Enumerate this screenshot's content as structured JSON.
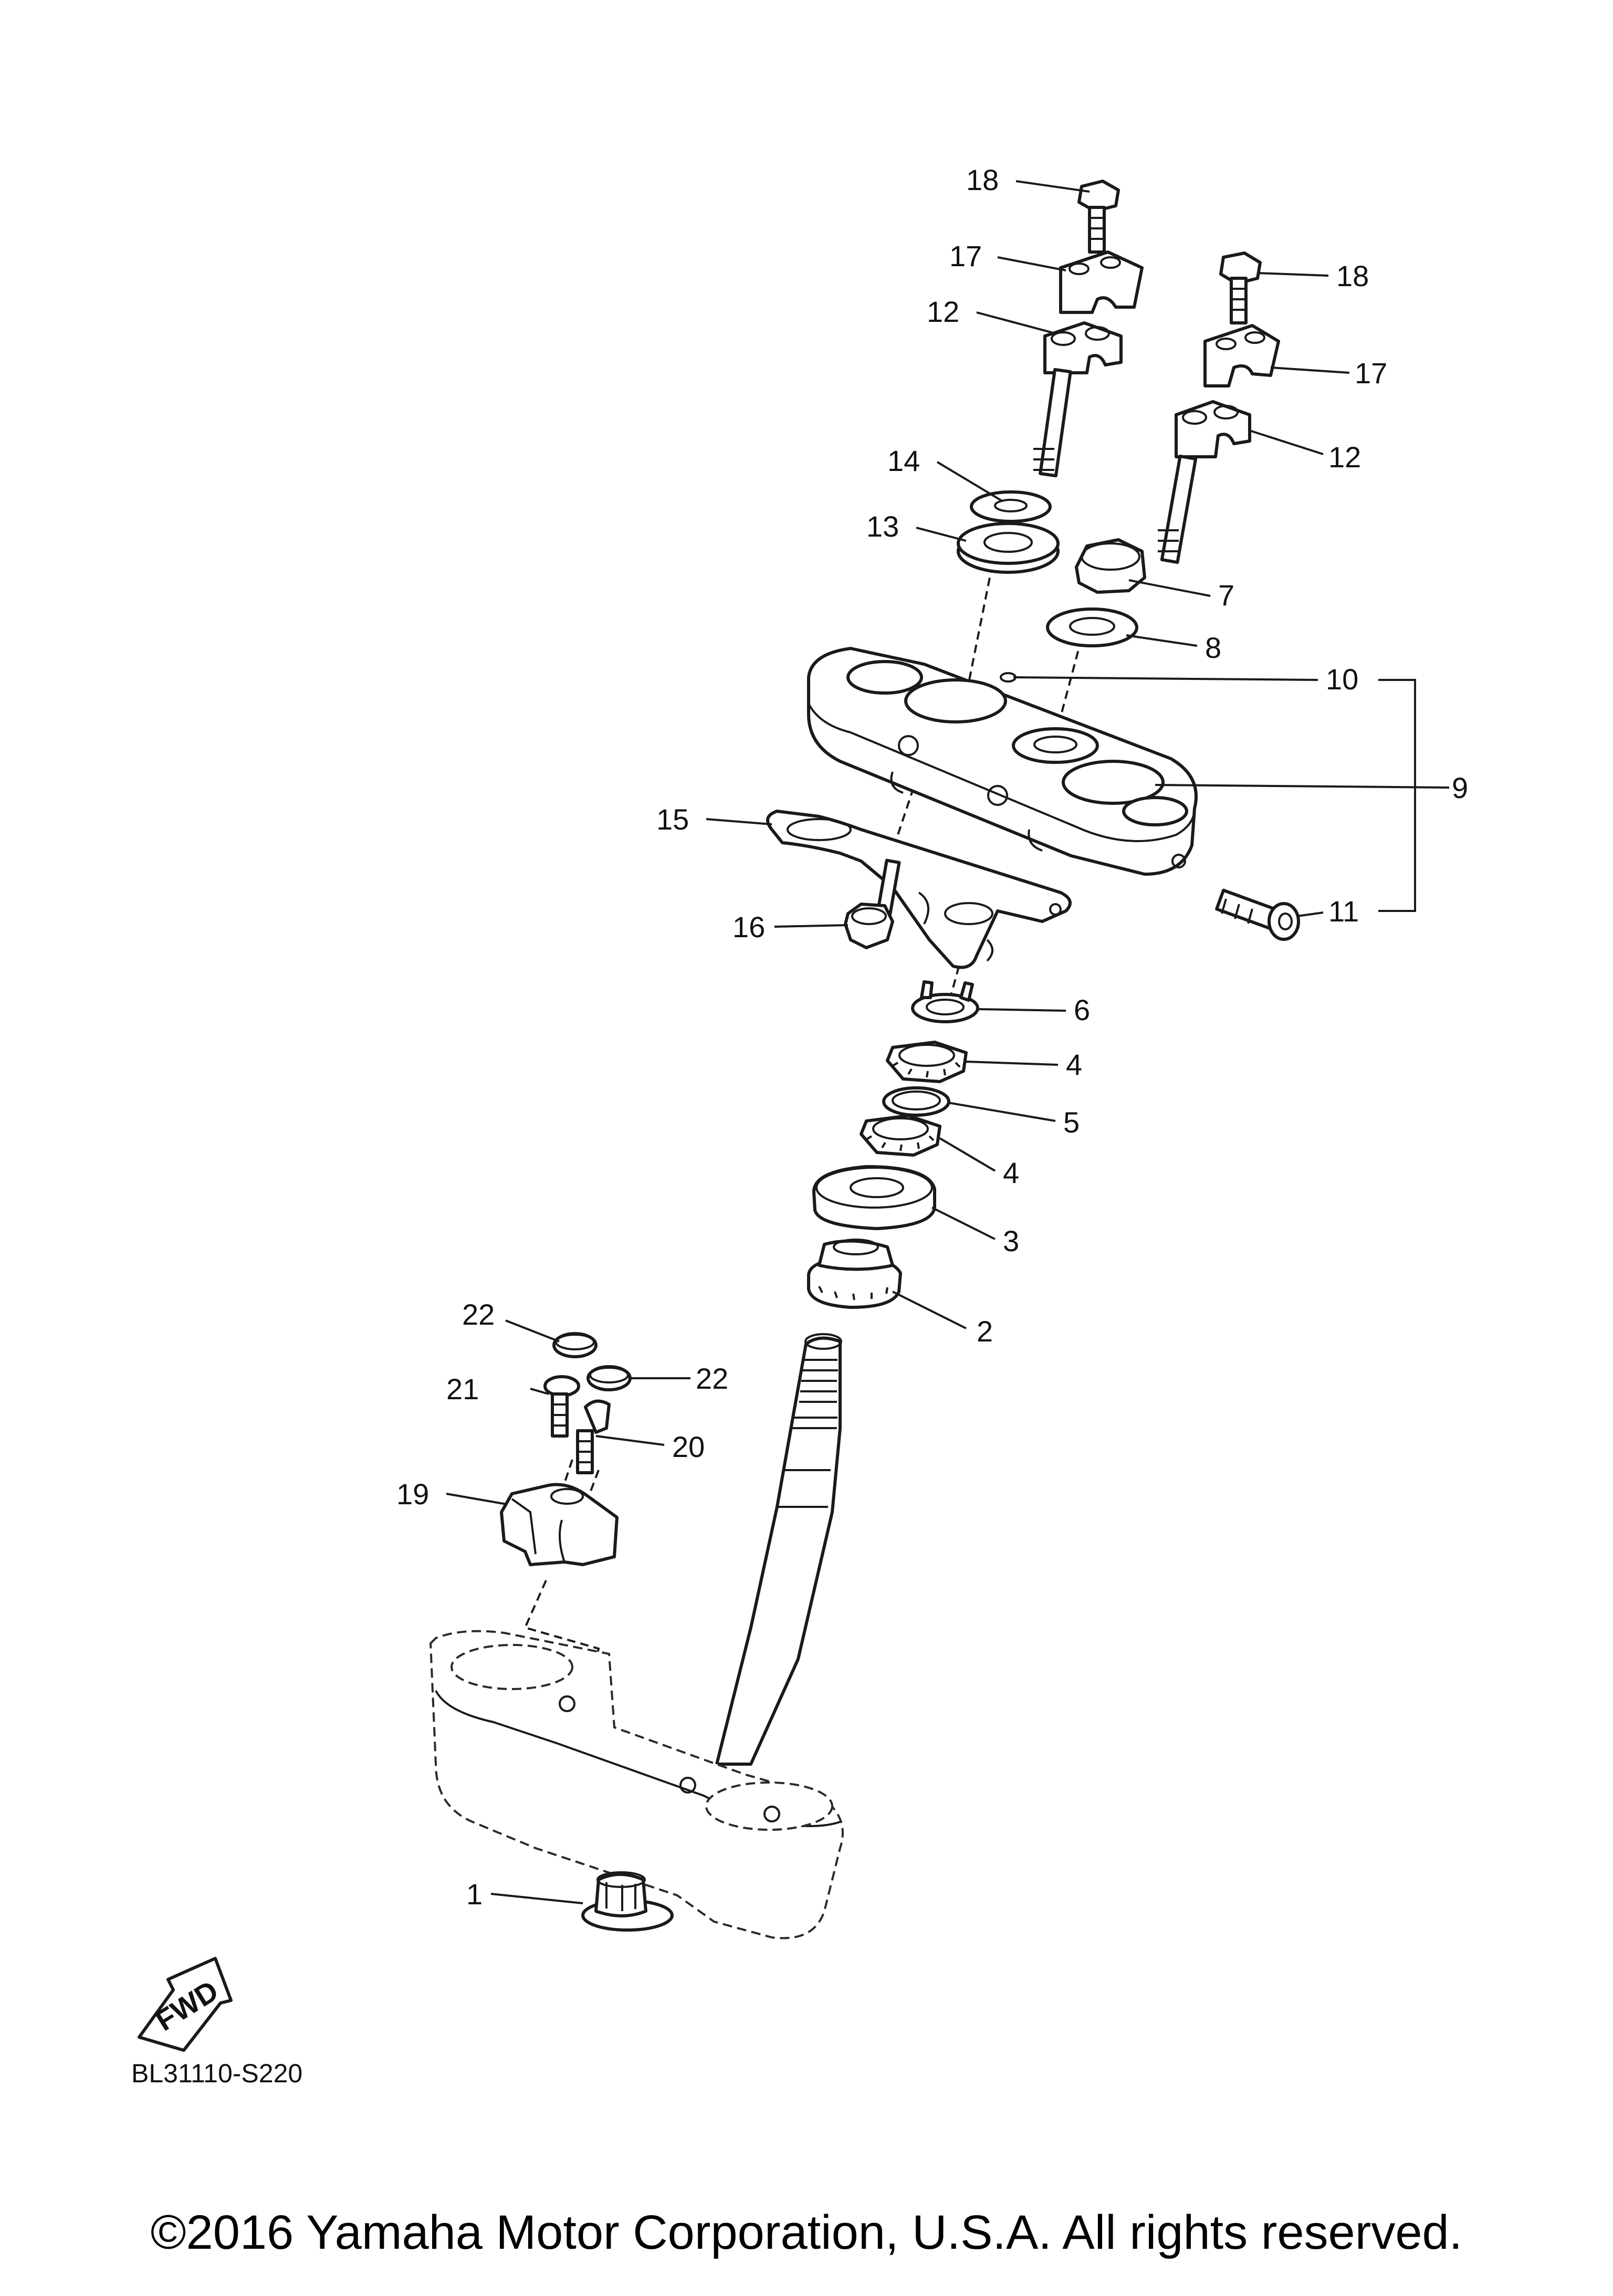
{
  "diagram": {
    "code": "BL31110-S220",
    "copyright": "©2016 Yamaha Motor Corporation, U.S.A. All rights reserved.",
    "fwd_label": "FWD",
    "callouts": [
      {
        "id": "c18a",
        "number": "18"
      },
      {
        "id": "c17a",
        "number": "17"
      },
      {
        "id": "c12a",
        "number": "12"
      },
      {
        "id": "c18b",
        "number": "18"
      },
      {
        "id": "c17b",
        "number": "17"
      },
      {
        "id": "c12b",
        "number": "12"
      },
      {
        "id": "c14",
        "number": "14"
      },
      {
        "id": "c13",
        "number": "13"
      },
      {
        "id": "c7",
        "number": "7"
      },
      {
        "id": "c8",
        "number": "8"
      },
      {
        "id": "c10",
        "number": "10"
      },
      {
        "id": "c9",
        "number": "9"
      },
      {
        "id": "c15",
        "number": "15"
      },
      {
        "id": "c11",
        "number": "11"
      },
      {
        "id": "c16",
        "number": "16"
      },
      {
        "id": "c6",
        "number": "6"
      },
      {
        "id": "c4a",
        "number": "4"
      },
      {
        "id": "c5",
        "number": "5"
      },
      {
        "id": "c4b",
        "number": "4"
      },
      {
        "id": "c3",
        "number": "3"
      },
      {
        "id": "c2",
        "number": "2"
      },
      {
        "id": "c22a",
        "number": "22"
      },
      {
        "id": "c22b",
        "number": "22"
      },
      {
        "id": "c21",
        "number": "21"
      },
      {
        "id": "c20",
        "number": "20"
      },
      {
        "id": "c19",
        "number": "19"
      },
      {
        "id": "c1",
        "number": "1"
      }
    ]
  }
}
